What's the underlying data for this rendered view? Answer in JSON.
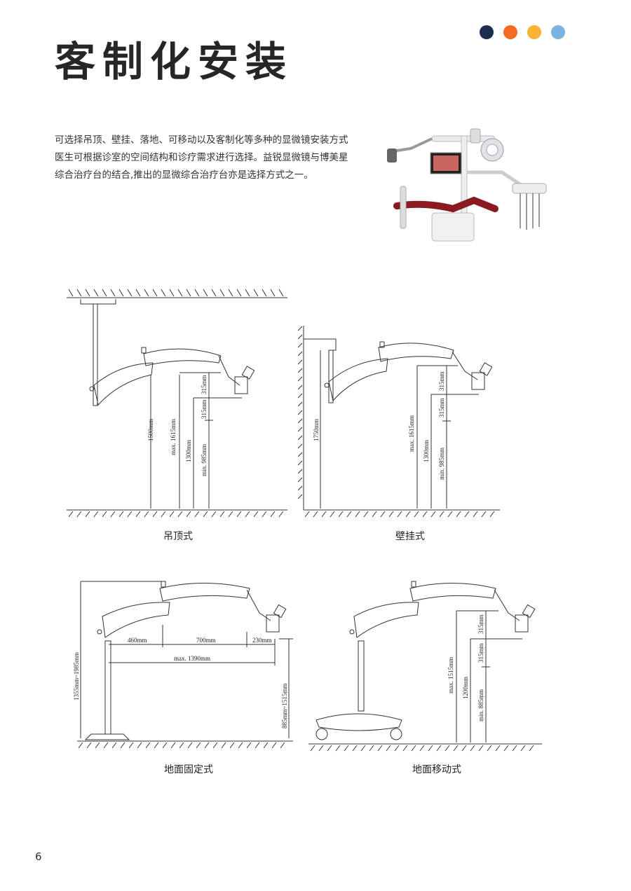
{
  "header": {
    "title": "客制化安装",
    "dots": [
      {
        "name": "dot-navy",
        "color": "#1c2d4f"
      },
      {
        "name": "dot-orange",
        "color": "#f26b21"
      },
      {
        "name": "dot-yellow",
        "color": "#f9b233"
      },
      {
        "name": "dot-blue",
        "color": "#7ab3df"
      }
    ]
  },
  "intro": {
    "line1": "可选择吊顶、壁挂、落地、可移动以及客制化等多种的显微镜安装方式",
    "line2": "医生可根据诊室的空间结构和诊疗需求进行选择。益锐显微镜与博美星",
    "line3": "综合治疗台的结合,推出的显微综合治疗台亦是选择方式之一。"
  },
  "diagrams": {
    "ceiling": {
      "caption": "吊顶式",
      "dims": {
        "d1500": "1500mm",
        "max1615": "max. 1615mm",
        "d1300": "1300mm",
        "min985": "min. 985mm",
        "d315a": "315mm",
        "d315b": "315mm"
      }
    },
    "wall": {
      "caption": "壁挂式",
      "dims": {
        "d1750": "1750mm",
        "max1615": "max. 1615mm",
        "d1300": "1300mm",
        "min985": "min. 985mm",
        "d315a": "315mm",
        "d315b": "315mm"
      }
    },
    "floor": {
      "caption": "地面固定式",
      "dims": {
        "height": "1355mm~1985mm",
        "d460": "460mm",
        "d700": "700mm",
        "d230": "230mm",
        "max1390": "max. 1390mm",
        "range": "885mm~1515mm"
      }
    },
    "mobile": {
      "caption": "地面移动式",
      "dims": {
        "max1515": "max. 1515mm",
        "d1200": "1200mm",
        "min885": "min. 885mm",
        "d315a": "315mm",
        "d315b": "315mm"
      }
    }
  },
  "footer": {
    "page_number": "6"
  }
}
